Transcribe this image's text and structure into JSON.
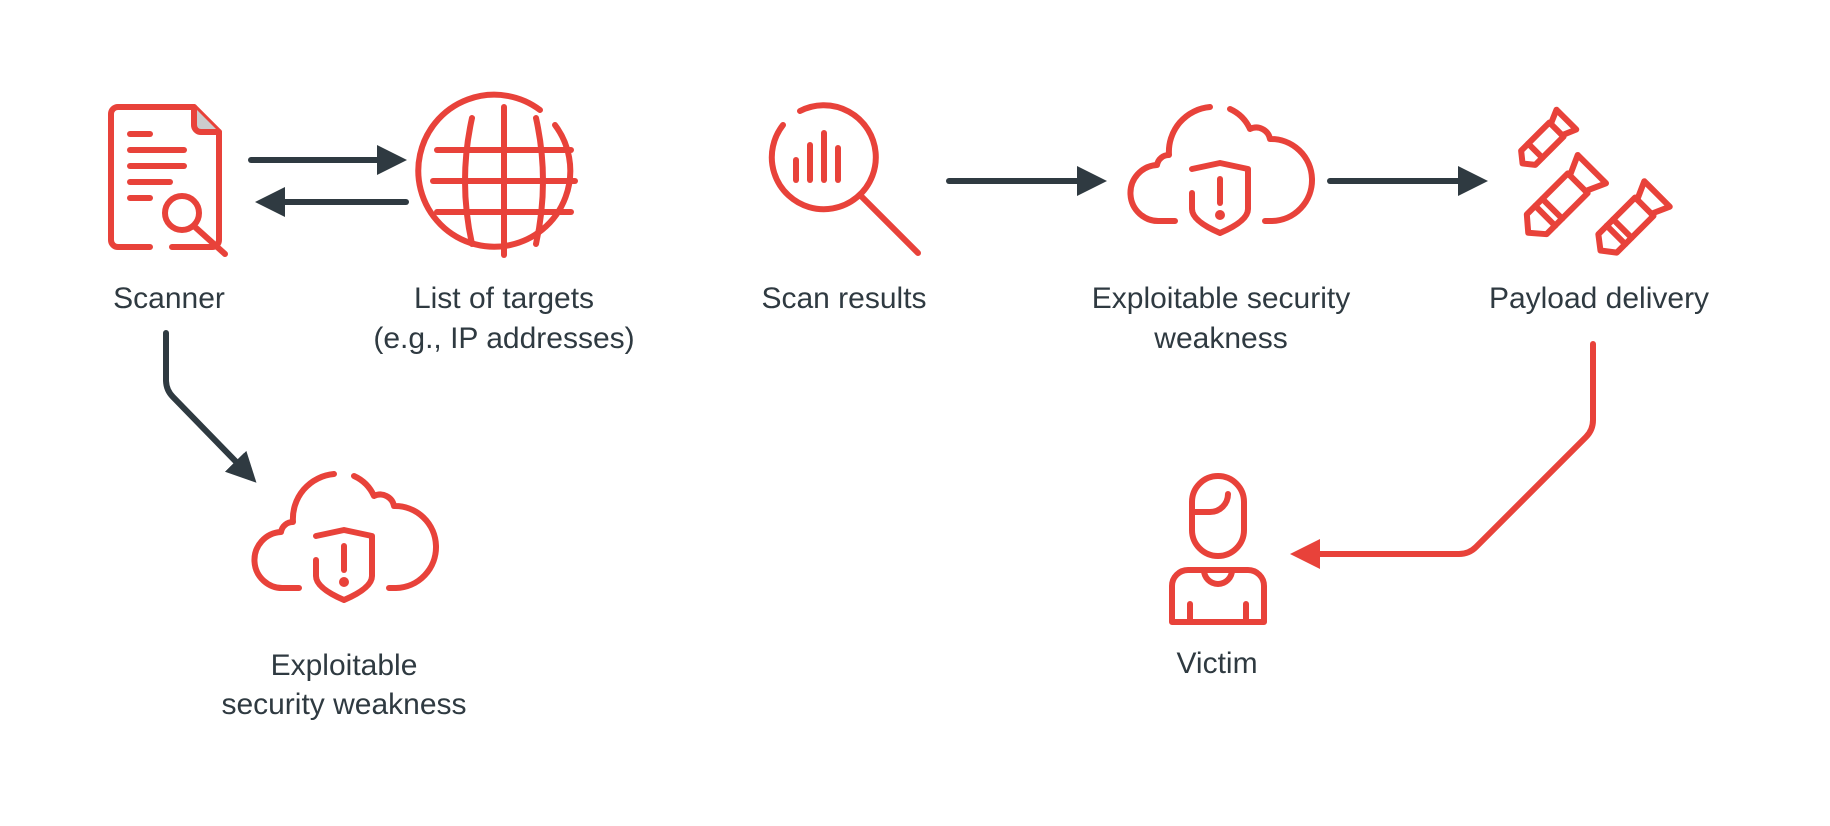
{
  "colors": {
    "accent": "#e8423a",
    "text": "#2f3a41"
  },
  "nodes": {
    "scanner": {
      "label": "Scanner",
      "icon": "document-search-icon"
    },
    "targets": {
      "label_line1": "List of targets",
      "label_line2": "(e.g., IP addresses)",
      "icon": "globe-icon"
    },
    "scan_results": {
      "label": "Scan results",
      "icon": "magnifier-chart-icon"
    },
    "weakness_top": {
      "label_line1": "Exploitable security",
      "label_line2": "weakness",
      "icon": "cloud-shield-icon"
    },
    "payload": {
      "label": "Payload delivery",
      "icon": "bombs-icon"
    },
    "weakness_bottom": {
      "label_line1": "Exploitable",
      "label_line2": "security weakness",
      "icon": "cloud-shield-icon"
    },
    "victim": {
      "label": "Victim",
      "icon": "person-icon"
    }
  }
}
